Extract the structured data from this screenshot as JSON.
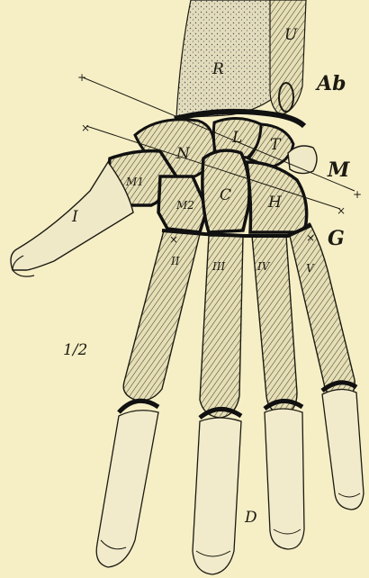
{
  "figure": {
    "labels": {
      "radius": "R",
      "ulna": "U",
      "region_forearm": "Ab",
      "lunate": "L",
      "triquetrum": "T",
      "scaphoid": "N",
      "region_middle": "M",
      "trapezium": "M1",
      "trapezoid": "M2",
      "capitate": "C",
      "hamate": "H",
      "region_carpo_metacarpal": "G",
      "metacarpal_1": "I",
      "metacarpal_2": "II",
      "metacarpal_3": "III",
      "metacarpal_4": "IV",
      "metacarpal_5": "V",
      "scale": "1/2",
      "region_digits": "D"
    },
    "axis_markers": {
      "plus": "+",
      "cross": "×"
    }
  },
  "colors": {
    "paper": "#f6efc6",
    "ink": "#1c1a12",
    "bone_fill": "#d9d2aa",
    "articular": "#111111"
  }
}
